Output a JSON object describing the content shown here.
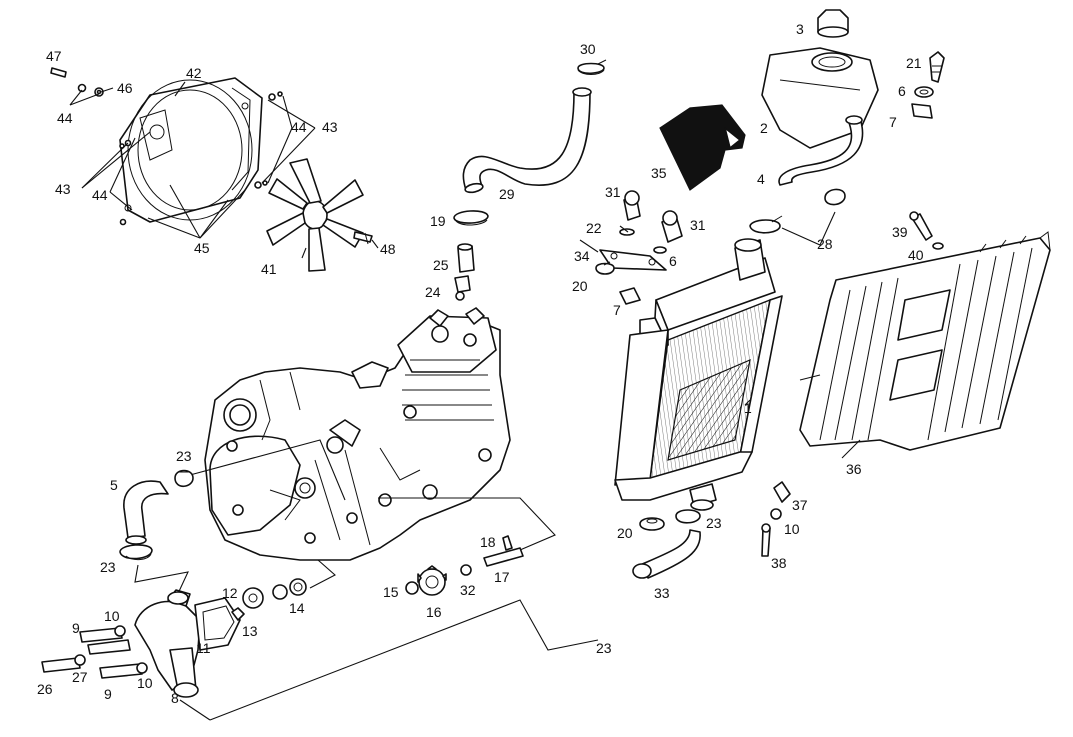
{
  "labels": [
    "1",
    "2",
    "3",
    "4",
    "5",
    "6",
    "7",
    "8",
    "9",
    "10",
    "11",
    "12",
    "13",
    "14",
    "15",
    "16",
    "17",
    "18",
    "19",
    "20",
    "21",
    "22",
    "23",
    "24",
    "25",
    "26",
    "27",
    "28",
    "29",
    "30",
    "31",
    "32",
    "33",
    "34",
    "35",
    "36",
    "37",
    "38",
    "39",
    "40",
    "41",
    "42",
    "43",
    "44",
    "45",
    "46",
    "47",
    "48"
  ]
}
